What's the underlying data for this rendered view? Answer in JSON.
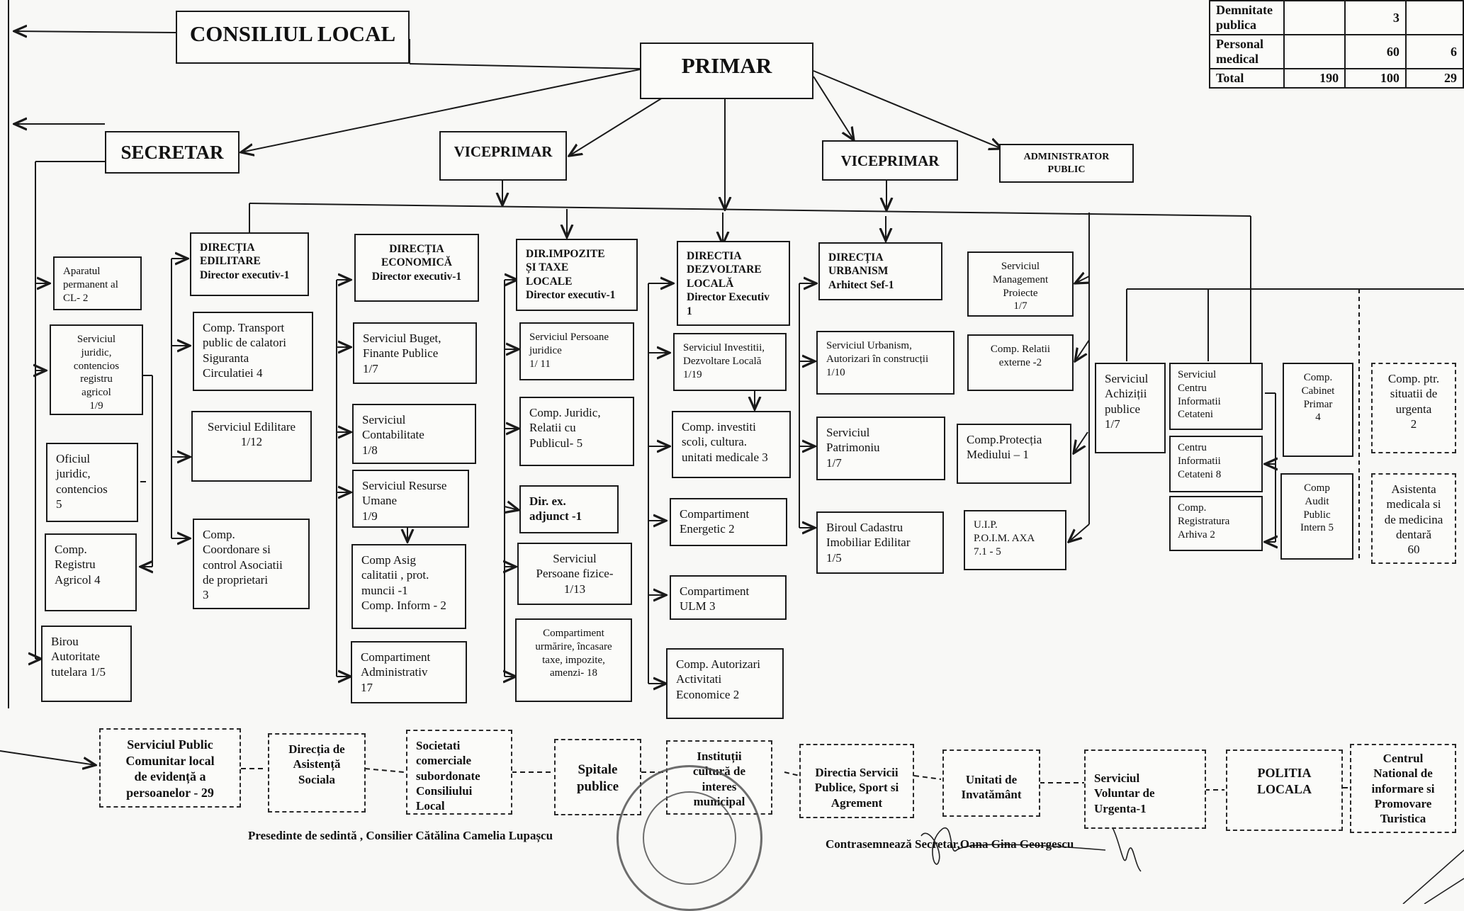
{
  "top": {
    "consiliul": "CONSILIUL LOCAL",
    "primar": "PRIMAR",
    "secretar": "SECRETAR",
    "viceprimar1": "VICEPRIMAR",
    "viceprimar2": "VICEPRIMAR",
    "administrator": "ADMINISTRATOR\nPUBLIC"
  },
  "stats_table": {
    "rows": [
      {
        "label": "Demnitate\npublica",
        "c1": "",
        "c2": "3",
        "c3": ""
      },
      {
        "label": "Personal\nmedical",
        "c1": "",
        "c2": "60",
        "c3": "6"
      },
      {
        "label": "Total",
        "c1": "190",
        "c2": "100",
        "c3": "29"
      }
    ]
  },
  "secretar_units": {
    "aparatul": "Aparatul\npermanent al\nCL- 2",
    "juridic": "Serviciul\njuridic,\ncontencios\nregistru\nagricol\n1/9",
    "oficiul": "Oficiul\njuridic,\ncontencios\n5",
    "registru": "Comp.\nRegistru\nAgricol  4",
    "birou": "Birou\nAutoritate\ntutelara 1/5"
  },
  "edilitare": {
    "head": "DIRECȚIA\nEDILITARE\nDirector executiv-1",
    "transport": "Comp. Transport\npublic de calatori\nSiguranta\nCirculatiei  4",
    "serviciu": "Serviciul Edilitare\n1/12",
    "coordonare": "Comp.\nCoordonare si\ncontrol Asociatii\nde proprietari\n3"
  },
  "economica": {
    "head": "DIRECȚIA\nECONOMICĂ\nDirector executiv-1",
    "buget": "Serviciul Buget,\nFinante Publice\n1/7",
    "contabilitate": "Serviciul\nContabilitate\n1/8",
    "resurse": "Serviciul Resurse\nUmane\n1/9",
    "asig": "Comp Asig\ncalitatii , prot.\nmuncii -1\nComp. Inform - 2",
    "administrativ": "Compartiment\nAdministrativ\n17"
  },
  "impozite": {
    "head": "DIR.IMPOZITE\nȘI TAXE\nLOCALE\nDirector executiv-1",
    "persoane_juridice": "Serviciul  Persoane\njuridice\n1/ 11",
    "juridic": "Comp. Juridic,\nRelatii cu\nPublicul-  5",
    "adjunct": "Dir. ex.\nadjunct -1",
    "persoane_fizice": "Serviciul\nPersoane fizice-\n1/13",
    "urmarire": "Compartiment\nurmărire, încasare\ntaxe, impozite,\namenzi-   18"
  },
  "dezvoltare": {
    "head": "DIRECTIA\nDEZVOLTARE\nLOCALĂ\nDirector Executiv\n1",
    "investitii": "Serviciul Investitii,\nDezvoltare Locală\n1/19",
    "scoli": "Comp.  investiti\nscoli, cultura.\nunitati medicale 3",
    "energetic": "Compartiment\nEnergetic 2",
    "ulm": "Compartiment\nULM 3",
    "autorizari": "Comp. Autorizari\nActivitati\nEconomice  2"
  },
  "urbanism": {
    "head": "DIRECȚIA\nURBANISM\nArhitect Sef-1",
    "serviciu": "Serviciul Urbanism,\nAutorizari în construcții\n1/10",
    "patrimoniu": "Serviciul\nPatrimoniu\n1/7",
    "cadastru": "Biroul Cadastru\nImobiliar Edilitar\n1/5"
  },
  "admin_units": {
    "management": "Serviciul\nManagement\nProiecte\n1/7",
    "relatii": "Comp. Relatii\nexterne -2",
    "mediu": "Comp.Protecția\nMediului – 1",
    "uip": "U.I.P.\nP.O.I.M. AXA\n7.1  - 5"
  },
  "right_units": {
    "achizitii": "Serviciul\nAchiziții\npublice\n1/7",
    "centru1": "Serviciul\nCentru\nInformatii\nCetateni",
    "centru2": "Centru\nInformatii\nCetateni 8",
    "registratura": "Comp.\nRegistratura\nArhiva 2",
    "cabinet": "Comp.\nCabinet\nPrimar\n4",
    "audit": "Comp\nAudit\nPublic\nIntern  5",
    "urgenta": "Comp. ptr.\nsituatii de\nurgenta\n2",
    "asistenta": "Asistenta\nmedicala si\nde medicina\ndentară\n60"
  },
  "bottom_row": [
    "Serviciul Public\nComunitar local\nde evidență a\npersoanelor - 29",
    "Direcția de\nAsistență\nSociala",
    "Societati\ncomerciale\nsubordonate\nConsiliului\nLocal",
    "Spitale\npublice",
    "Instituții\ncultură de\ninteres\nmunicipal",
    "Directia Servicii\nPublice, Sport si\nAgrement",
    "Unitati de\nInvatământ",
    "Serviciul\nVoluntar de\nUrgenta-1",
    "POLITIA\nLOCALA",
    "Centrul\nNational de\ninformare si\nPromovare\nTuristica"
  ],
  "footer": {
    "presedinte": "Presedinte de sedintă , Consilier Cătălina Camelia Lupașcu",
    "contrasemneaza": "Contrasemnează Secretar,Oana Gina Georgescu"
  }
}
